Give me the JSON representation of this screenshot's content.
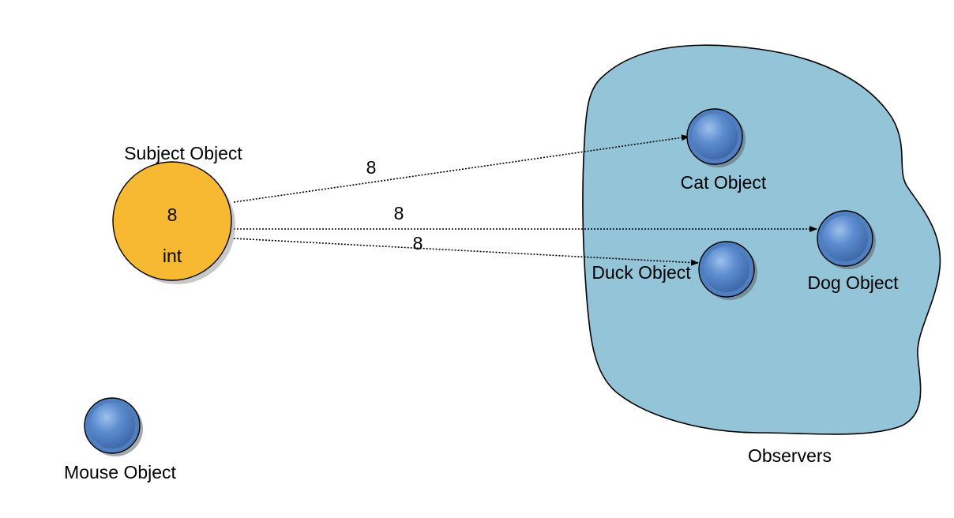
{
  "subject": {
    "title": "Subject Object",
    "value": "8",
    "type": "int",
    "color": "#F7B932"
  },
  "observers_group": {
    "label": "Observers",
    "color": "#94C4D8"
  },
  "observers": [
    {
      "id": "cat",
      "label": "Cat Object",
      "message": "8"
    },
    {
      "id": "dog",
      "label": "Dog Object",
      "message": "8"
    },
    {
      "id": "duck",
      "label": "Duck Object",
      "message": "8"
    }
  ],
  "unsubscribed": [
    {
      "id": "mouse",
      "label": "Mouse Object"
    }
  ],
  "node_color": "#4F7FC0"
}
